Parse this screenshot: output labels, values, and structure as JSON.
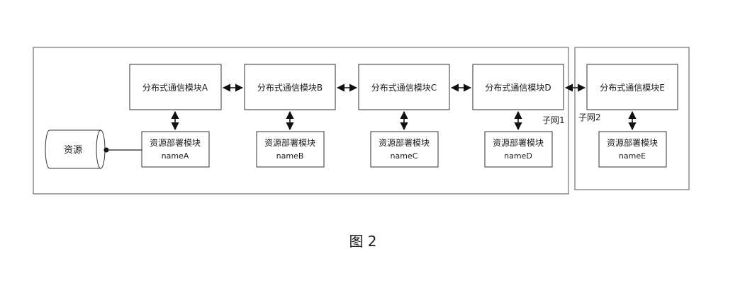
{
  "subnets": [
    {
      "label": "子网1"
    },
    {
      "label": "子网2"
    }
  ],
  "resource": {
    "label": "资源"
  },
  "comm_modules": [
    {
      "label": "分布式通信模块A"
    },
    {
      "label": "分布式通信模块B"
    },
    {
      "label": "分布式通信模块C"
    },
    {
      "label": "分布式通信模块D"
    },
    {
      "label": "分布式通信模块E"
    }
  ],
  "deploy_modules": [
    {
      "label": "资源部署模块",
      "name": "nameA"
    },
    {
      "label": "资源部署模块",
      "name": "nameB"
    },
    {
      "label": "资源部署模块",
      "name": "nameC"
    },
    {
      "label": "资源部署模块",
      "name": "nameD"
    },
    {
      "label": "资源部署模块",
      "name": "nameE"
    }
  ],
  "caption": "图 2"
}
